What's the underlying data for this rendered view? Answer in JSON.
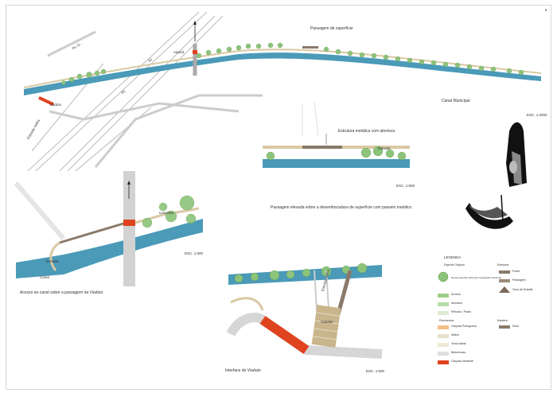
{
  "page_number": "5",
  "overview": {
    "labels": {
      "plan_top": "Passagem de superfície",
      "aqueduct": "Aqued.",
      "road_a": "A1",
      "road_b": "A1",
      "avenue": "Av. D...",
      "canal": "Canal Municipal",
      "viaduct_left": "Viaduto",
      "street_left": "Estrada Velha",
      "scale": "ESC. 1:2000"
    }
  },
  "section": {
    "labels": {
      "statue": "Estrutura metálica com abertura",
      "road_small": "Estrada",
      "caption": "Passagem elevada sobre a desembocadura de superfície com passeio metálico",
      "scale": "ESC. 1:500"
    }
  },
  "detail_left": {
    "labels": {
      "trail": "Caminho",
      "road": "Estrada",
      "canal": "Canal",
      "caption": "Acesso ao canal sobre a passagem na Viaduto",
      "scale": "ESC. 1:500"
    }
  },
  "detail_bottom": {
    "labels": {
      "road": "Estrada Velha",
      "plaza": "Gaiolas",
      "caption": "Interface do Viaduto",
      "scale": "ESC. 1:500"
    }
  },
  "legend": {
    "title": "LEGENDA",
    "veg_head": "Espécie Original",
    "veg_note": "Novas espécies arbóreas (vegetação existente)",
    "urban_head": "Estrutura",
    "urban_items": [
      "Ponte",
      "Passagem",
      "Zona de Estadia"
    ],
    "green_items": [
      "Árvores",
      "Arbustos",
      "Relvado / Prado"
    ],
    "paths_head": "Pavimentos",
    "paths_items": [
      "Calçada Portuguesa",
      "Saibro",
      "Terra batida",
      "Betuminoso",
      "Calçada existente"
    ],
    "wood_head": "Madeira",
    "wood_items": [
      "Deck"
    ],
    "colors": {
      "water": "#4a9ab8",
      "tree": "#8cc47a",
      "path": "#d9c9a3",
      "bridge": "#8a7a6a",
      "highlight": "#e0431f"
    }
  }
}
